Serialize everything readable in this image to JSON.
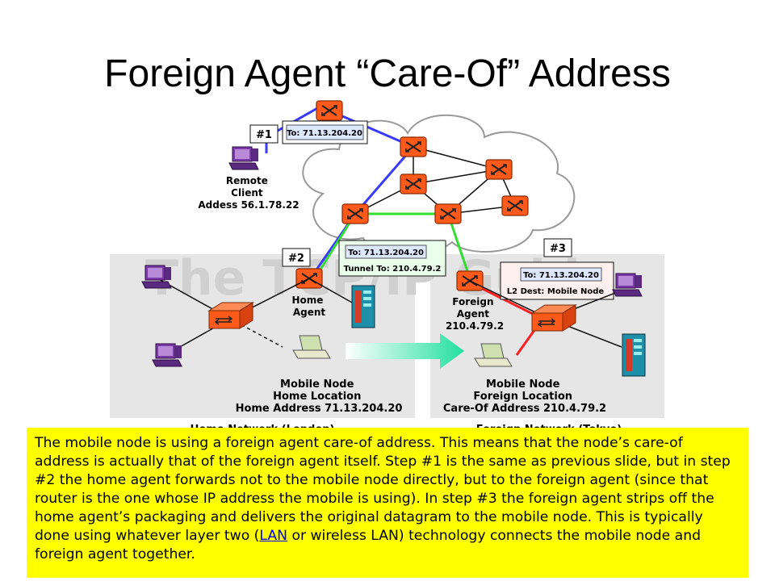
{
  "title": "Foreign Agent “Care-Of” Address",
  "diagram": {
    "step1_badge": "#1",
    "step2_badge": "#2",
    "step3_badge": "#3",
    "packet1": "To: 71.13.204.20",
    "packet2_to": "To: 71.13.204.20",
    "packet2_tunnel": "Tunnel To: 210.4.79.2",
    "packet3_to": "To: 71.13.204.20",
    "packet3_dest": "L2 Dest: Mobile Node",
    "remote_client": [
      "Remote",
      "Client",
      "Addess 56.1.78.22"
    ],
    "home_agent": [
      "Home",
      "Agent"
    ],
    "foreign_agent": [
      "Foreign",
      "Agent",
      "210.4.79.2"
    ],
    "mobile_home": [
      "Mobile Node",
      "Home Location",
      "Home Address 71.13.204.20"
    ],
    "mobile_foreign": [
      "Mobile Node",
      "Foreign Location",
      "Care-Of Address 210.4.79.2"
    ],
    "home_network_label": "Home Network (London)",
    "foreign_network_label": "Foreign Network (Tokyo)",
    "watermark": "The TCP/IP Guide",
    "colors": {
      "blue_path": "#3a3aff",
      "green_path": "#33dd33",
      "red_path": "#ff2020",
      "router": "#ff5a1a",
      "caption_bg": "#ffff00"
    }
  },
  "caption": {
    "part1": "The mobile node is using a foreign agent care-of address. This means that the node’s care-of address is actually that of the foreign agent itself. Step #1 is the same as previous slide, but in step #2 the home agent forwards not to the mobile node directly, but to the foreign agent (since that router is the one whose IP address the mobile is using). In step #3 the foreign agent strips off the home agent’s packaging and delivers the original datagram to the mobile node. This is typically done using whatever layer two (",
    "link": "LAN",
    "part2": " or wireless LAN) technology connects the mobile node and foreign agent together."
  }
}
